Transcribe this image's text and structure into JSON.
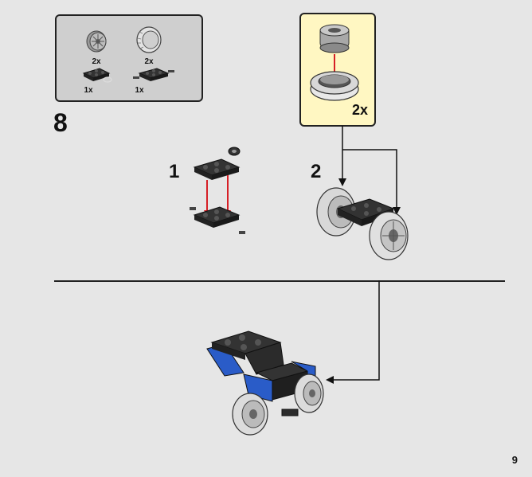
{
  "parts_list": {
    "items": [
      {
        "name": "wheel-rim",
        "qty": "2x"
      },
      {
        "name": "tire",
        "qty": "2x"
      },
      {
        "name": "plate-2x2-with-hook",
        "qty": "1x"
      },
      {
        "name": "plate-with-wheel-holders",
        "qty": "1x"
      }
    ]
  },
  "step": {
    "number": "8"
  },
  "substeps": [
    {
      "number": "1"
    },
    {
      "number": "2"
    }
  ],
  "subassembly": {
    "qty": "2x"
  },
  "page": {
    "number": "9"
  },
  "colors": {
    "background": "#e6e6e6",
    "parts_panel": "#cfcfcf",
    "subassembly_panel": "#fff7c2",
    "black_brick": "#2b2b2b",
    "blue_brick": "#2a5cc8",
    "arrow_red": "#d61f26",
    "tire_gray": "#d8d8d8"
  }
}
